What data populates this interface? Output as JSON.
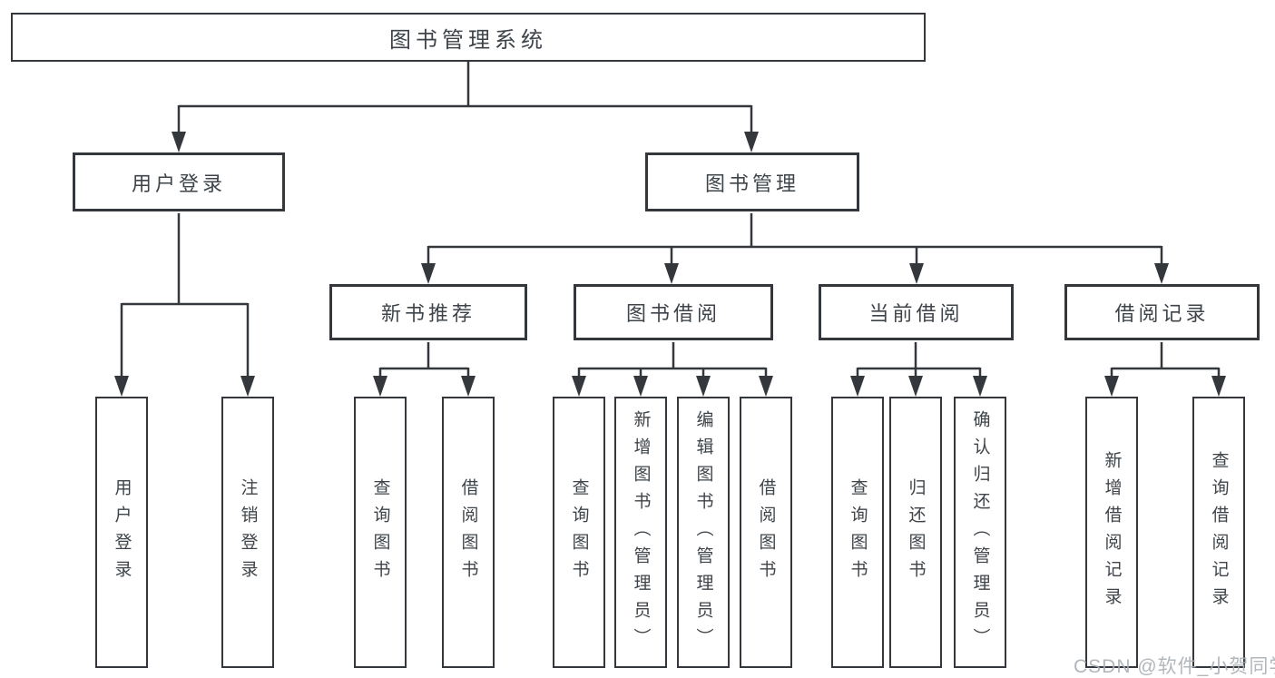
{
  "tree": {
    "root": "图书管理系统",
    "level2": [
      "用户登录",
      "图书管理"
    ],
    "level3": [
      "新书推荐",
      "图书借阅",
      "当前借阅",
      "借阅记录"
    ],
    "leaves": {
      "user_login": [
        "用户登录",
        "注销登录"
      ],
      "new_book_recommend": [
        "查询图书",
        "借阅图书"
      ],
      "book_borrow": [
        "查询图书",
        "新增图书（管理员）",
        "编辑图书（管理员）",
        "借阅图书"
      ],
      "current_borrow": [
        "查询图书",
        "归还图书",
        "确认归还（管理员）"
      ],
      "borrow_records": [
        "新增借阅记录",
        "查询借阅记录"
      ]
    }
  },
  "watermark": {
    "text": "CSDN @软件_小贺同学"
  },
  "colors": {
    "line": "#34383d",
    "text": "#3e4449",
    "box_fill": "#ffffff",
    "watermark": "#aaafb5",
    "background": "#ffffff"
  }
}
